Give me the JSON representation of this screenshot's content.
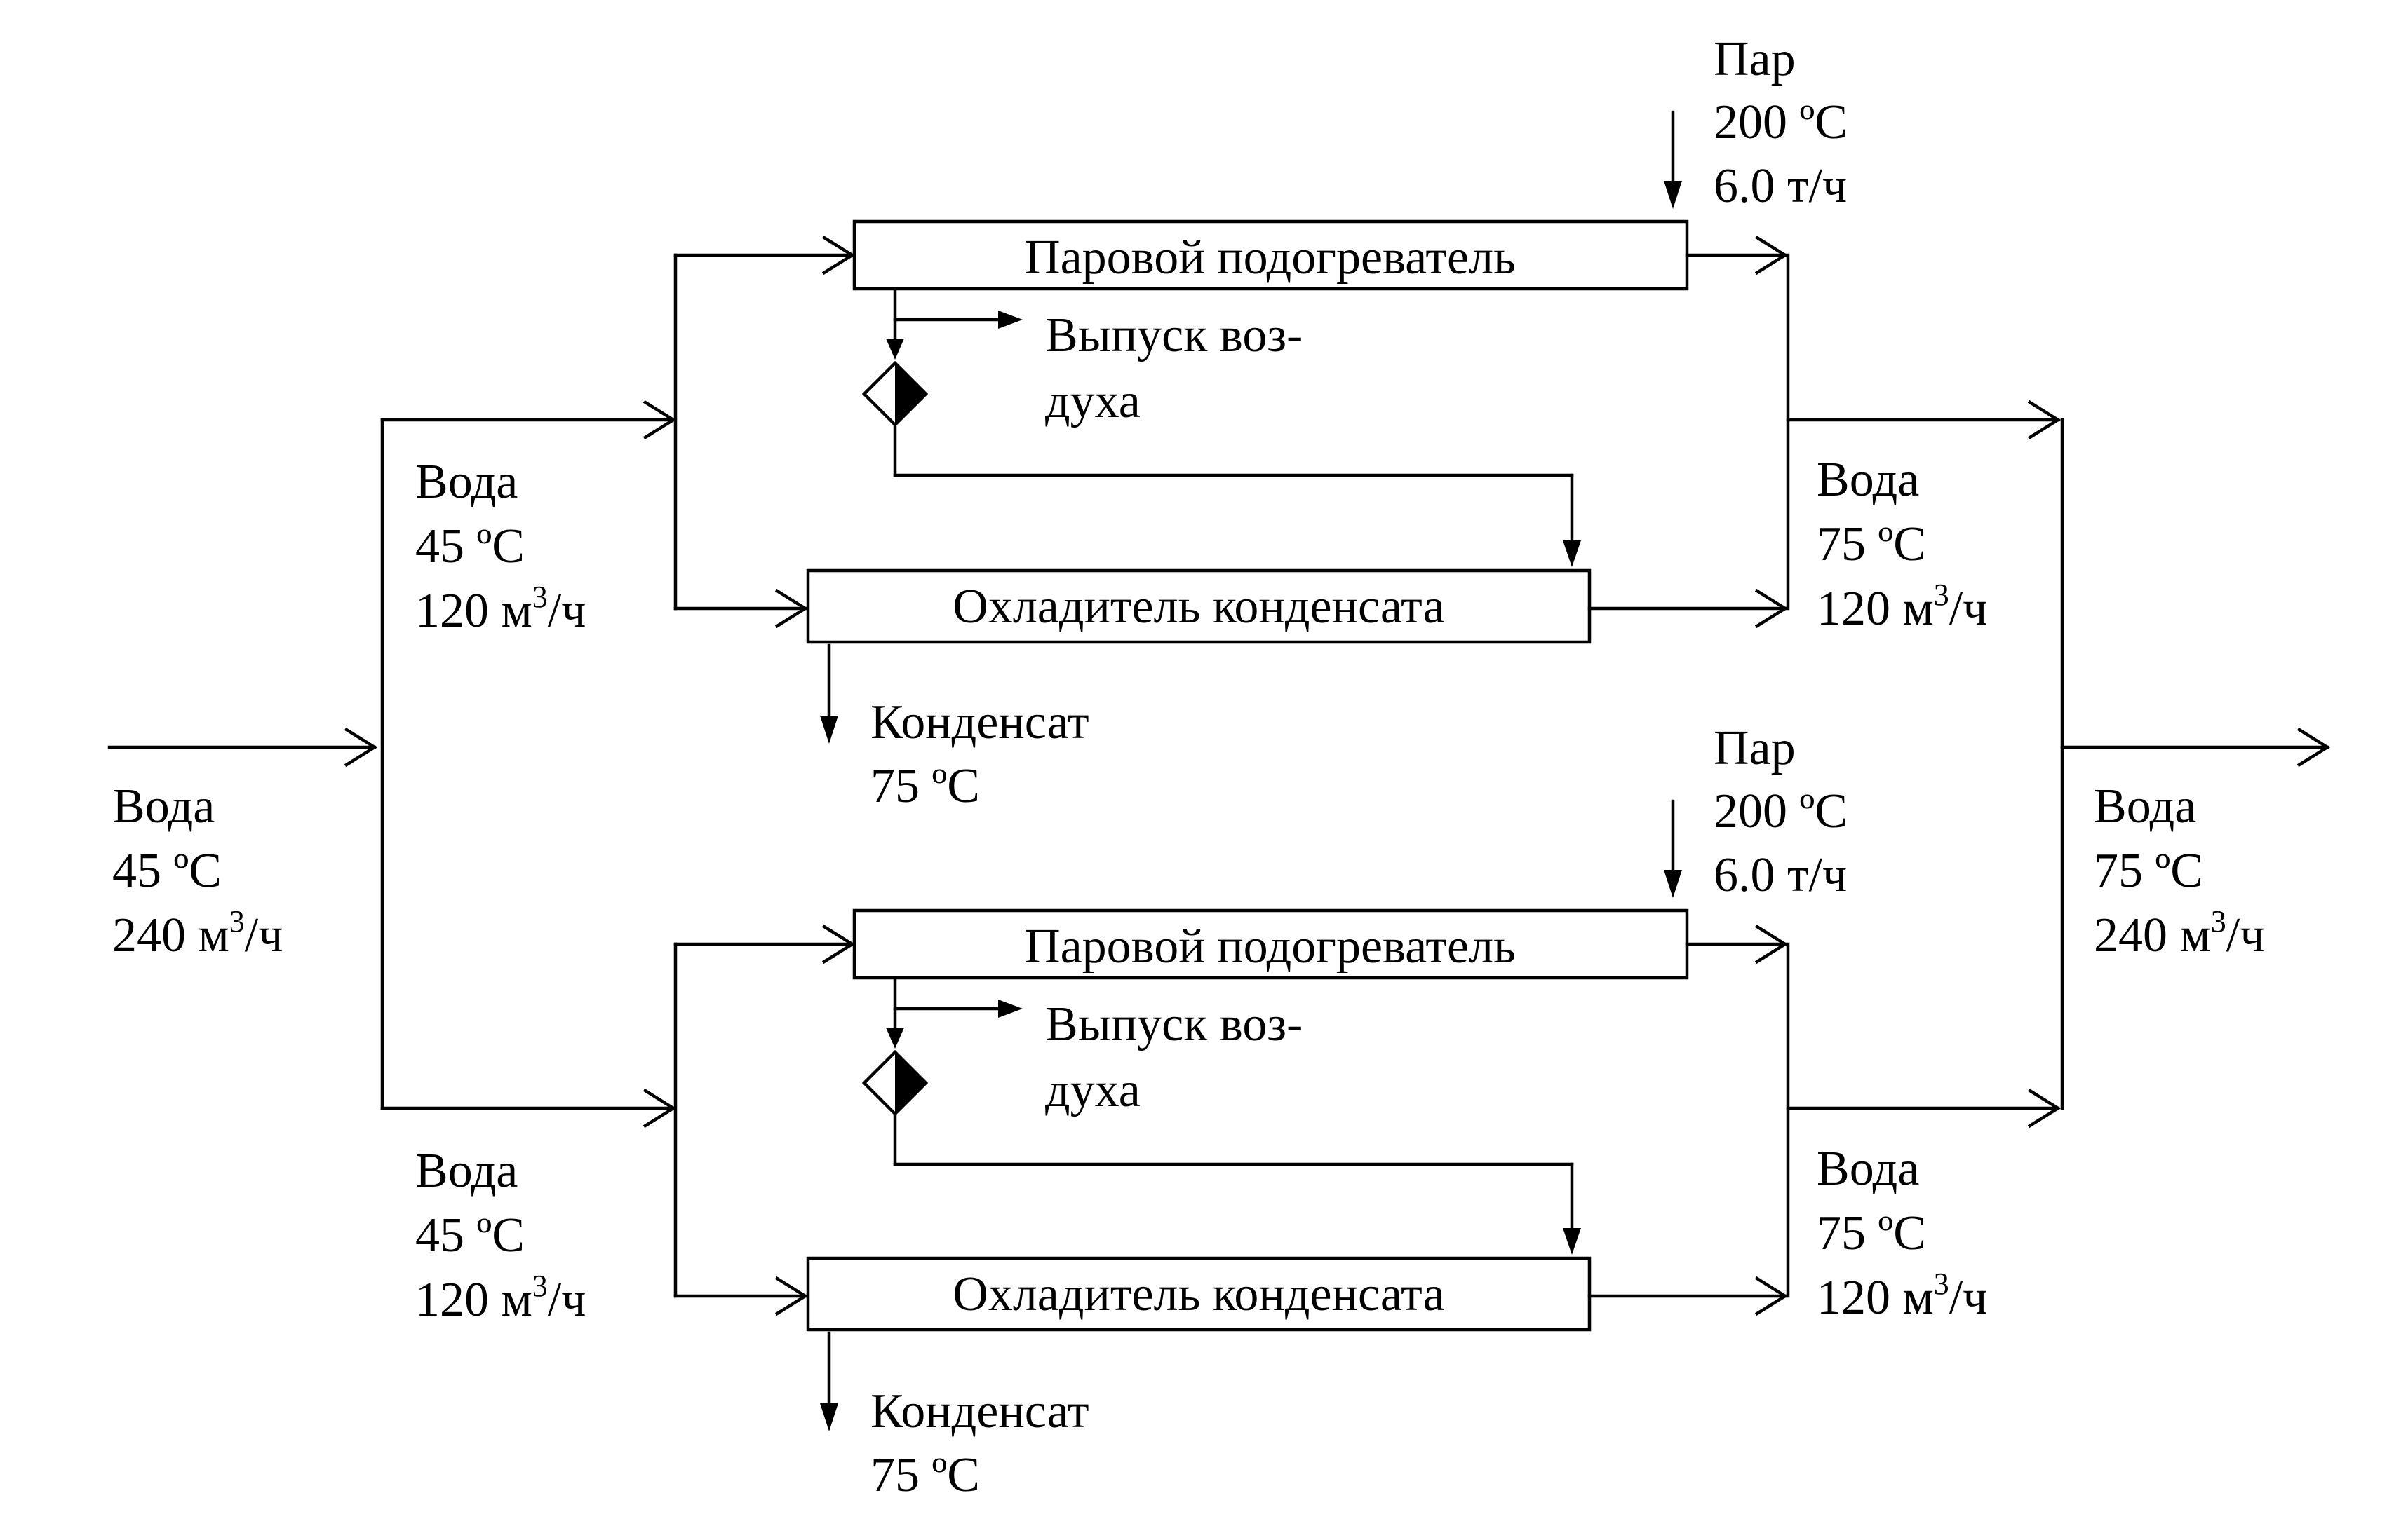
{
  "inlet": {
    "medium": "Вода",
    "temperature": "45 ºC",
    "flow_value": "240 м",
    "flow_unit": "/ч"
  },
  "outlet": {
    "medium": "Вода",
    "temperature": "75 ºC",
    "flow_value": "240 м",
    "flow_unit": "/ч"
  },
  "units": [
    {
      "heater_label": "Паровой подогреватель",
      "cooler_label": "Охладитель конденсата",
      "steam": {
        "medium": "Пар",
        "temperature": "200 ºC",
        "flow": "6.0 т/ч"
      },
      "air_release": {
        "line1": "Выпуск воз-",
        "line2": "духа"
      },
      "condensate": {
        "medium": "Конденсат",
        "temperature": "75 ºC"
      },
      "water_in": {
        "medium": "Вода",
        "temperature": "45 ºC",
        "flow_value": "120 м",
        "flow_unit": "/ч"
      },
      "water_out": {
        "medium": "Вода",
        "temperature": "75 ºC",
        "flow_value": "120 м",
        "flow_unit": "/ч"
      }
    },
    {
      "heater_label": "Паровой подогреватель",
      "cooler_label": "Охладитель конденсата",
      "steam": {
        "medium": "Пар",
        "temperature": "200 ºC",
        "flow": "6.0 т/ч"
      },
      "air_release": {
        "line1": "Выпуск воз-",
        "line2": "духа"
      },
      "condensate": {
        "medium": "Конденсат",
        "temperature": "75 ºC"
      },
      "water_in": {
        "medium": "Вода",
        "temperature": "45 ºC",
        "flow_value": "120 м",
        "flow_unit": "/ч"
      },
      "water_out": {
        "medium": "Вода",
        "temperature": "75 ºC",
        "flow_value": "120 м",
        "flow_unit": "/ч"
      }
    }
  ]
}
